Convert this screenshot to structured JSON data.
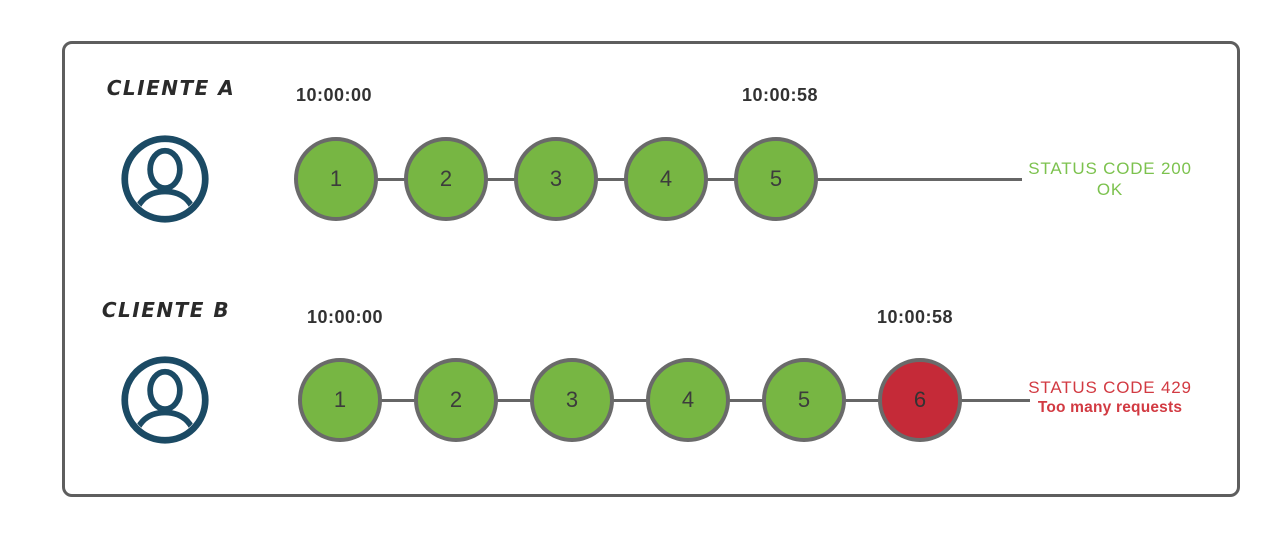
{
  "colors": {
    "success_green": "#77b643",
    "error_red": "#c52a38",
    "status_ok_text_green": "#7cc24e",
    "status_error_text_red": "#d23a42",
    "avatar_navy": "#1b4a64",
    "frame_gray": "#5e5e5e"
  },
  "rows": [
    {
      "client_label": "CLIENTE A",
      "start_time": "10:00:00",
      "end_time": "10:00:58",
      "requests": [
        {
          "label": "1",
          "blocked": false
        },
        {
          "label": "2",
          "blocked": false
        },
        {
          "label": "3",
          "blocked": false
        },
        {
          "label": "4",
          "blocked": false
        },
        {
          "label": "5",
          "blocked": false
        }
      ],
      "status_code": "STATUS CODE 200",
      "status_text": "OK"
    },
    {
      "client_label": "CLIENTE B",
      "start_time": "10:00:00",
      "end_time": "10:00:58",
      "requests": [
        {
          "label": "1",
          "blocked": false
        },
        {
          "label": "2",
          "blocked": false
        },
        {
          "label": "3",
          "blocked": false
        },
        {
          "label": "4",
          "blocked": false
        },
        {
          "label": "5",
          "blocked": false
        },
        {
          "label": "6",
          "blocked": true
        }
      ],
      "status_code": "STATUS CODE 429",
      "status_text": "Too many requests"
    }
  ]
}
